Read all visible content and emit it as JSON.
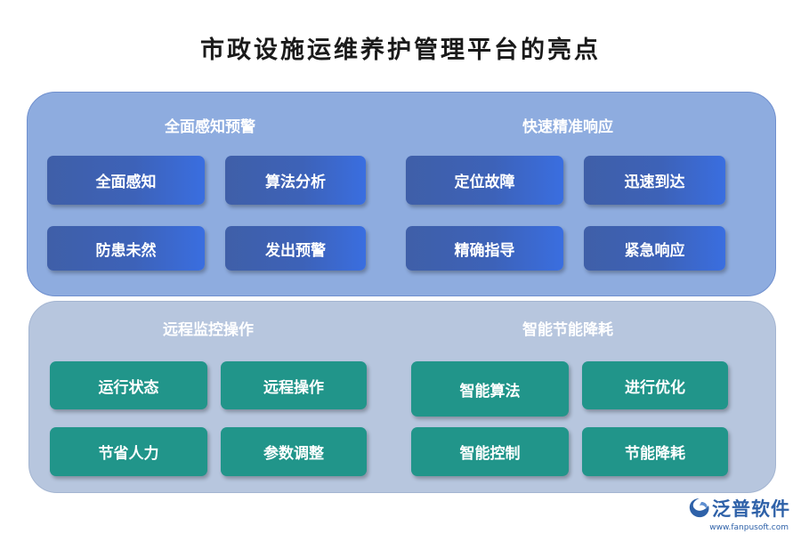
{
  "title": "市政设施运维养护管理平台的亮点",
  "sections": [
    {
      "title": "全面感知预警",
      "items": [
        "全面感知",
        "算法分析",
        "防患未然",
        "发出预警"
      ]
    },
    {
      "title": "快速精准响应",
      "items": [
        "定位故障",
        "迅速到达",
        "精确指导",
        "紧急响应"
      ]
    },
    {
      "title": "远程监控操作",
      "items": [
        "运行状态",
        "远程操作",
        "节省人力",
        "参数调整"
      ]
    },
    {
      "title": "智能节能降耗",
      "items": [
        "智能算法",
        "进行优化",
        "智能控制",
        "节能降耗"
      ]
    }
  ],
  "logo": {
    "name": "泛普软件",
    "url": "www.fanpusoft.com",
    "icon": "fanpu-logo-icon"
  },
  "colors": {
    "top_panel": "#8eacdf",
    "bottom_panel": "#b7c6de",
    "blue_button": "#3d62b8",
    "teal_button": "#21958a",
    "brand": "#2e61a8"
  }
}
